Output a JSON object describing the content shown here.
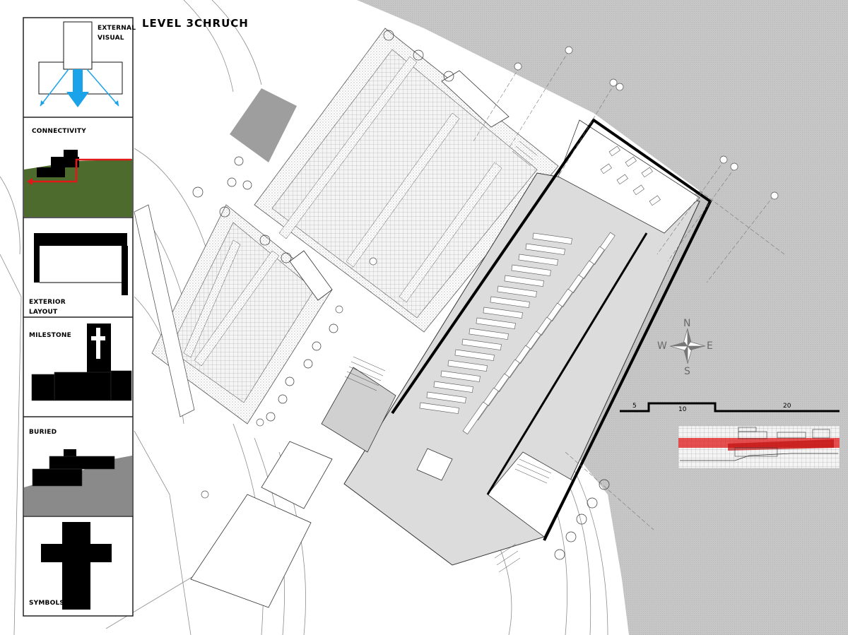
{
  "title": {
    "level": "LEVEL 3",
    "name": "CHRUCH"
  },
  "panels": [
    {
      "id": "external-visual",
      "label_lines": [
        "EXTERNAL",
        "VISUAL"
      ]
    },
    {
      "id": "connectivity",
      "label_lines": [
        "CONNECTIVITY"
      ]
    },
    {
      "id": "exterior-layout",
      "label_lines": [
        "EXTERIOR",
        "LAYOUT"
      ]
    },
    {
      "id": "milestone",
      "label_lines": [
        "MILESTONE"
      ]
    },
    {
      "id": "buried",
      "label_lines": [
        "BURIED"
      ]
    },
    {
      "id": "symbols",
      "label_lines": [
        "SYMBOLS"
      ]
    }
  ],
  "compass": {
    "north": "N",
    "south": "S",
    "east": "E",
    "west": "W"
  },
  "scale_bar": {
    "labels": [
      "5",
      "10",
      "20"
    ]
  },
  "colors": {
    "water": "#c9c9c9",
    "accent_blue": "#1aa3e8",
    "accent_red": "#e01818",
    "grass": "#4e6b2e",
    "ground_gray": "#8a8a8a",
    "building_floor": "#d8d8d8"
  }
}
